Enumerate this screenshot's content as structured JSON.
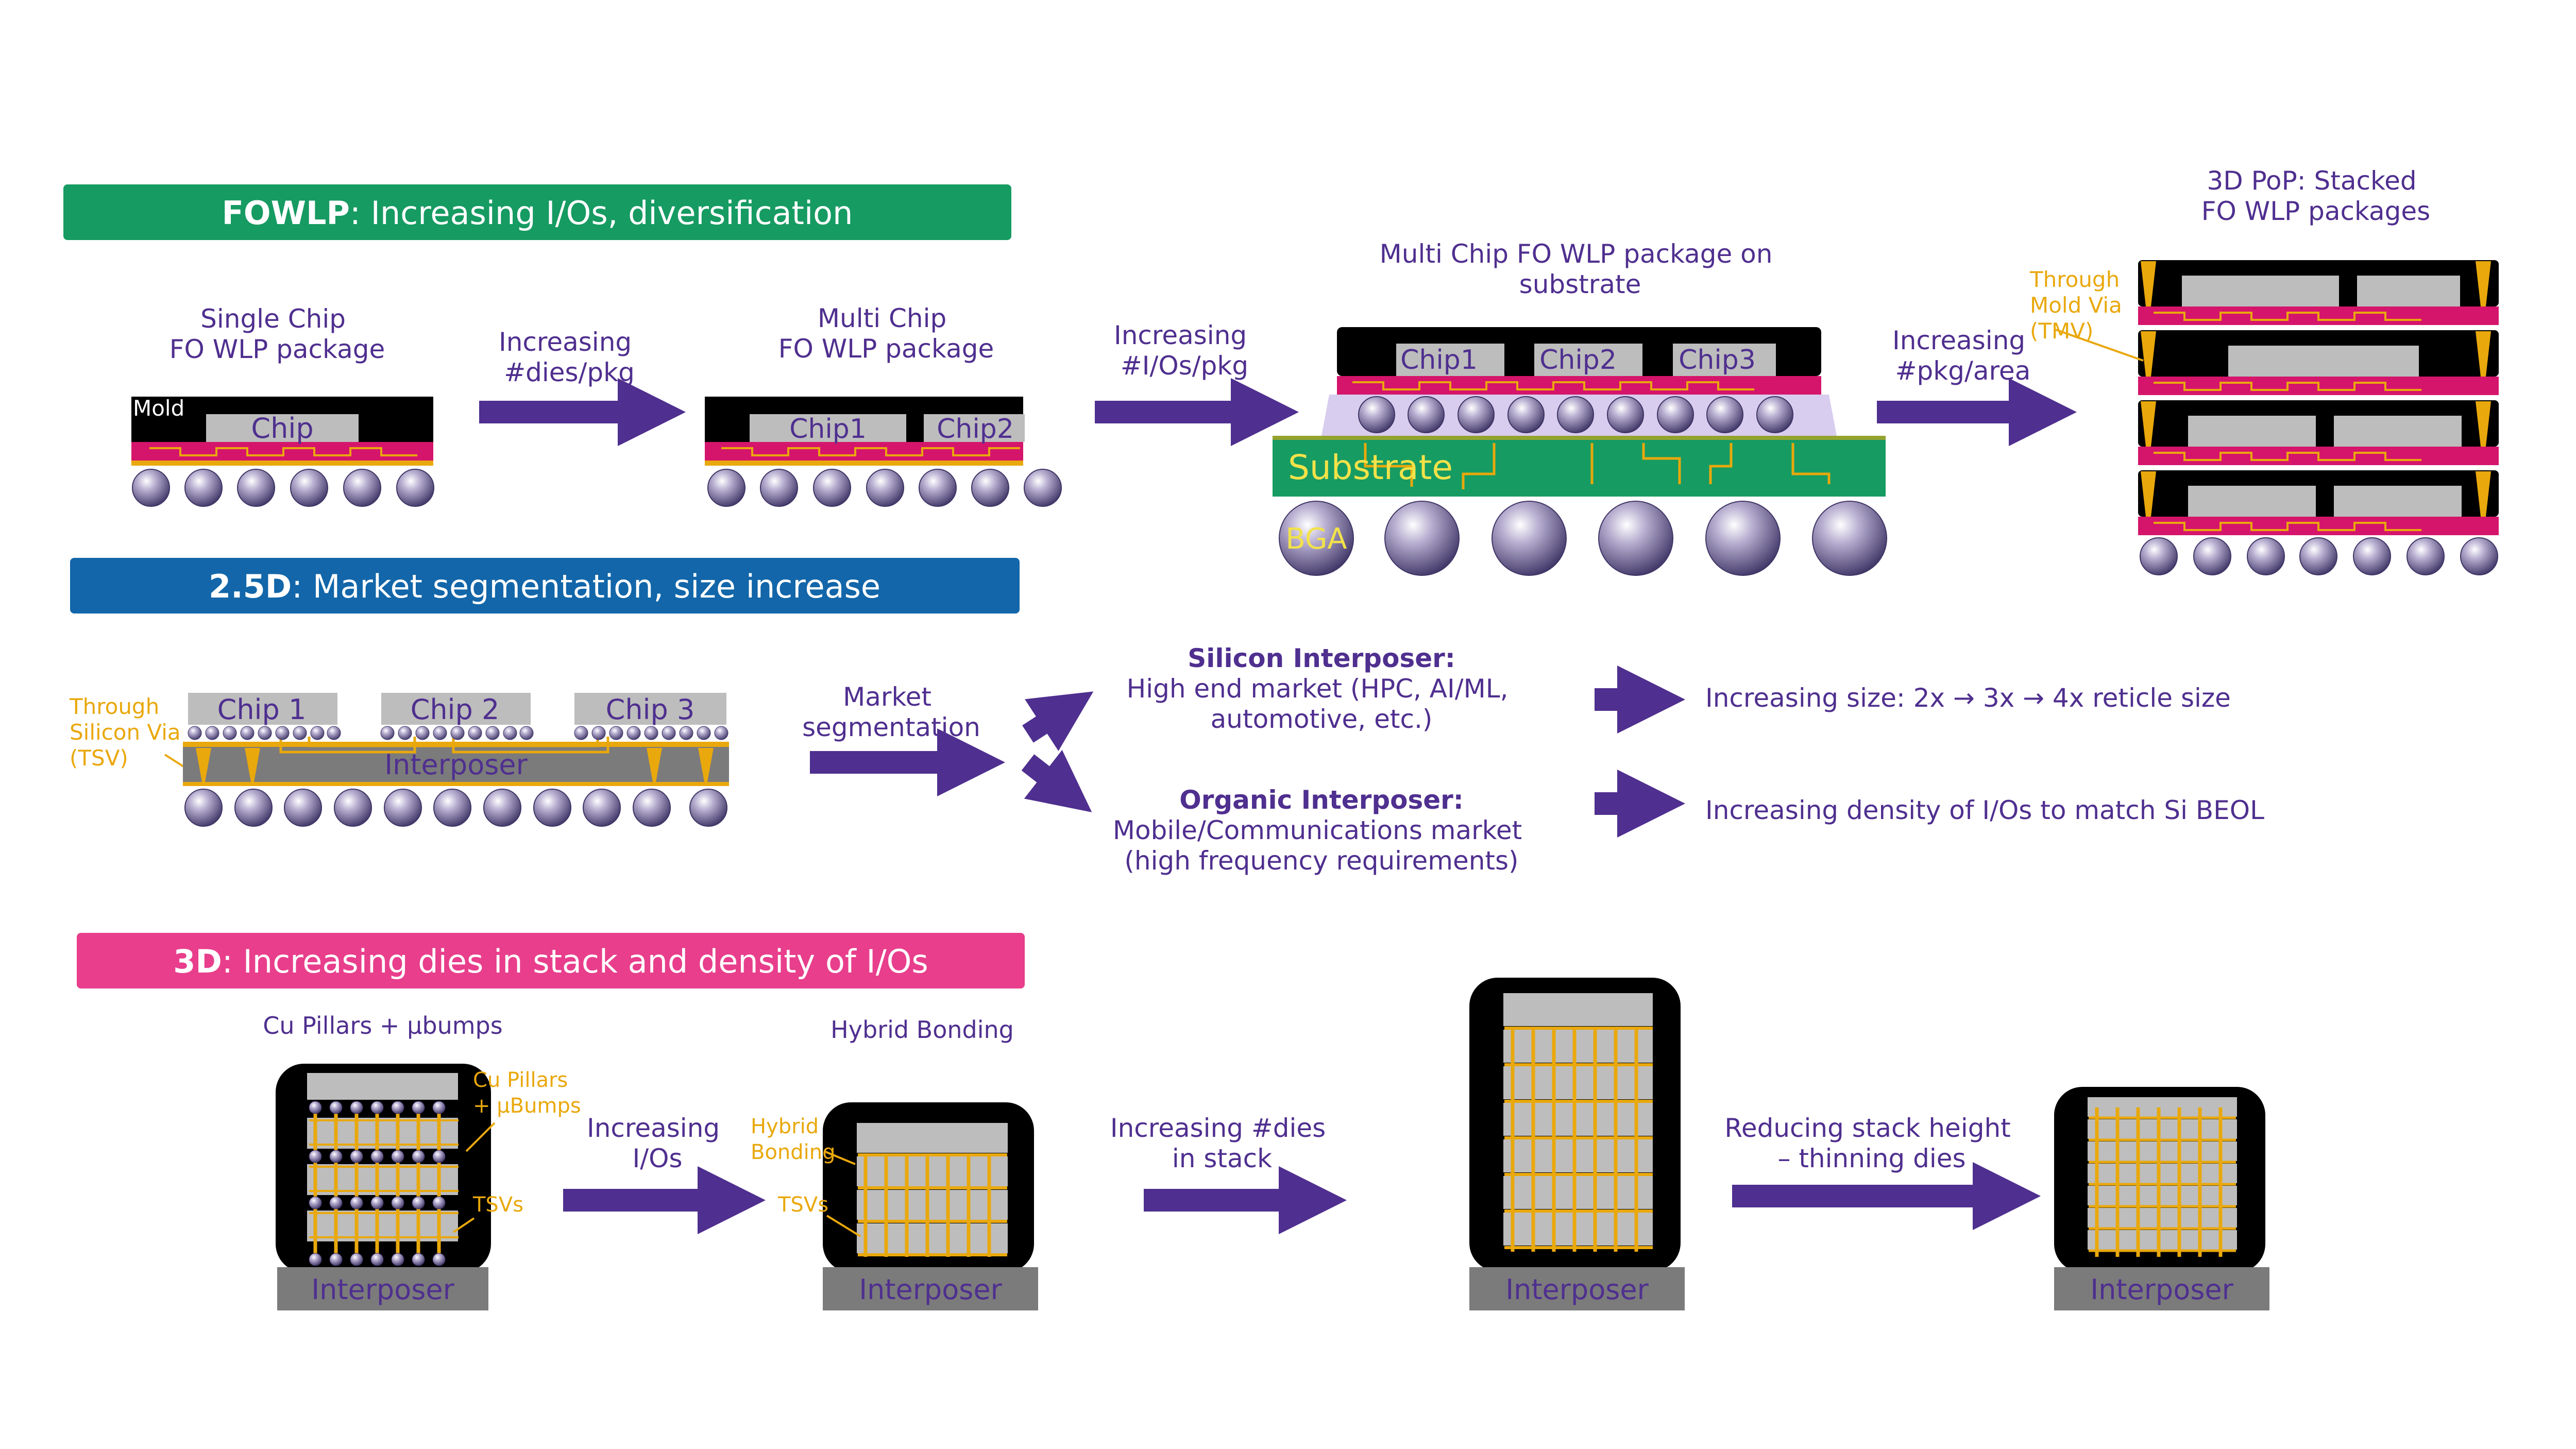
{
  "colors": {
    "purple": "#4f2f8f",
    "green": "#169b62",
    "blue": "#1266a9",
    "pink": "#e83e8c",
    "gold": "#e9a80c",
    "mold": "#000000",
    "chip": "#bdbdbd",
    "rdl": "#d5156b",
    "interposer": "#7b7b7b"
  },
  "headers": {
    "fowlp": {
      "bold": "FOWLP",
      "rest": ": Increasing I/Os, diversification"
    },
    "d25": {
      "bold": "2.5D",
      "rest": ": Market segmentation, size increase"
    },
    "d3": {
      "bold": "3D",
      "rest": ": Increasing dies in stack and density of I/Os"
    }
  },
  "fowlp": {
    "single_title": [
      "Single Chip",
      "FO WLP package"
    ],
    "mold_label": "Mold",
    "chip_label": "Chip",
    "arrow1": [
      "Increasing",
      "#dies/pkg"
    ],
    "multi_title": [
      "Multi Chip",
      "FO WLP package"
    ],
    "chip1": "Chip1",
    "chip2": "Chip2",
    "chip3": "Chip3",
    "arrow2": [
      "Increasing",
      "#I/Os/pkg"
    ],
    "substrate_title": [
      "Multi Chip FO WLP package on",
      "substrate"
    ],
    "substrate_label": "Substrate",
    "bga_label": "BGA",
    "arrow3": [
      "Increasing",
      "#pkg/area"
    ],
    "pop_title": [
      "3D PoP: Stacked",
      "FO WLP packages"
    ],
    "tmv": [
      "Through",
      "Mold Via",
      "(TMV)"
    ]
  },
  "d25": {
    "tsv": [
      "Through",
      "Silicon Via",
      "(TSV)"
    ],
    "chips": [
      "Chip 1",
      "Chip 2",
      "Chip 3"
    ],
    "interposer_label": "Interposer",
    "market": [
      "Market",
      "segmentation"
    ],
    "si_title": "Silicon Interposer:",
    "si_text": [
      "High end market (HPC, AI/ML,",
      "automotive, etc.)"
    ],
    "org_title": "Organic Interposer:",
    "org_text": [
      "Mobile/Communications market",
      "(high frequency requirements)"
    ],
    "si_result": "Increasing size: 2x → 3x → 4x reticle size",
    "org_result": "Increasing density of I/Os to match Si BEOL"
  },
  "d3": {
    "pillars_title": "Cu Pillars + μbumps",
    "pillars_label": [
      "Cu Pillars",
      "+ μBumps"
    ],
    "tsvs": "TSVs",
    "arrow1": [
      "Increasing",
      "I/Os"
    ],
    "hybrid_title": "Hybrid Bonding",
    "hybrid_label": [
      "Hybrid",
      "Bonding"
    ],
    "arrow2": [
      "Increasing #dies",
      "in stack"
    ],
    "arrow3": [
      "Reducing stack height",
      "– thinning dies"
    ],
    "interposer": "Interposer"
  }
}
